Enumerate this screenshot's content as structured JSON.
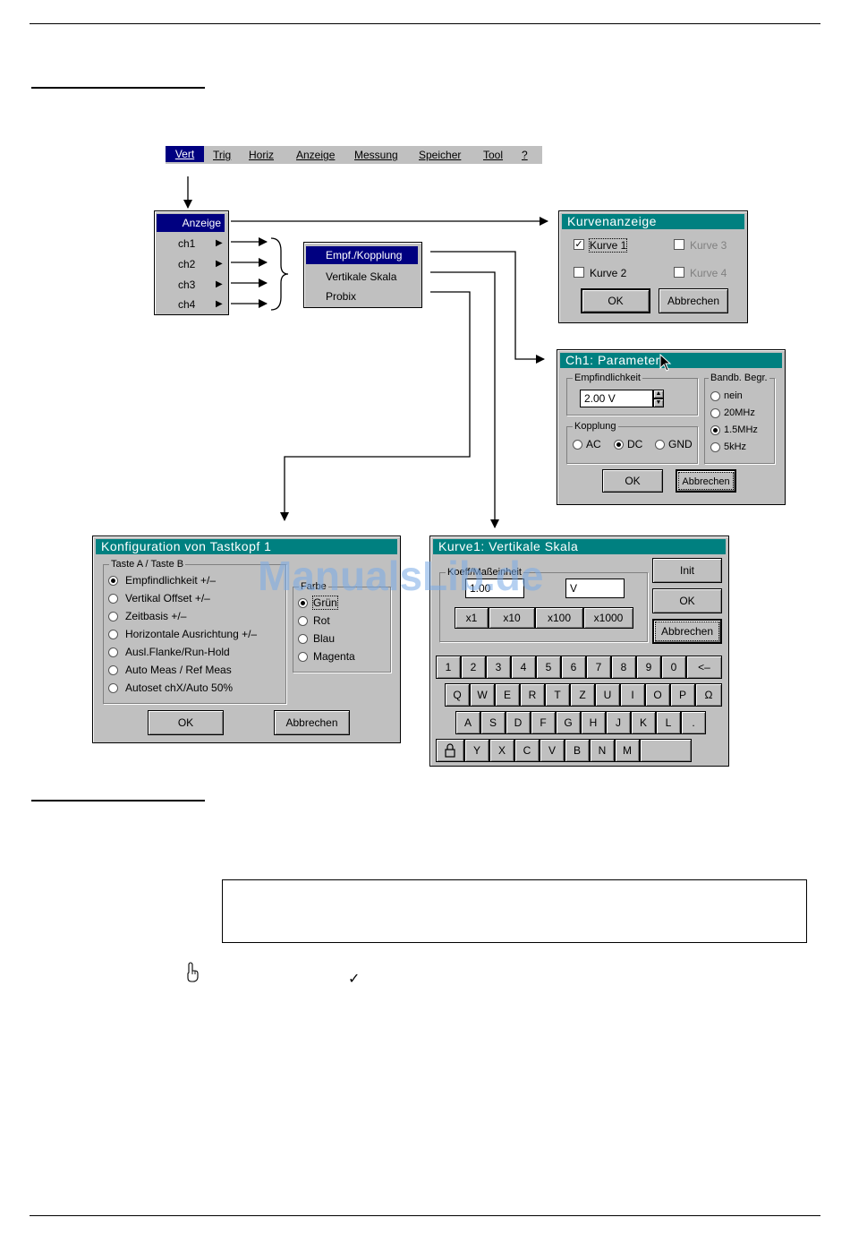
{
  "menubar": {
    "items": [
      "Vert",
      "Trig",
      "Horiz",
      "Anzeige",
      "Messung",
      "Speicher",
      "Tool",
      "?"
    ]
  },
  "vert_menu": {
    "items": [
      "Anzeige",
      "ch1",
      "ch2",
      "ch3",
      "ch4"
    ]
  },
  "ch_submenu": {
    "items": [
      "Empf./Kopplung",
      "Vertikale Skala",
      "Probix"
    ]
  },
  "kurvenanzeige": {
    "title": "Kurvenanzeige",
    "curves": [
      {
        "label": "Kurve 1",
        "checked": true
      },
      {
        "label": "Kurve 3",
        "checked": false
      },
      {
        "label": "Kurve 2",
        "checked": false
      },
      {
        "label": "Kurve 4",
        "checked": false
      }
    ],
    "ok": "OK",
    "cancel": "Abbrechen"
  },
  "ch1_param": {
    "title": "Ch1: Parameter",
    "sens_label": "Empfindlichkeit",
    "sens_value": "2.00  V",
    "coupling_label": "Kopplung",
    "coupling": [
      "AC",
      "DC",
      "GND"
    ],
    "coupling_selected": "DC",
    "bw_label": "Bandb. Begr.",
    "bw": [
      "nein",
      "20MHz",
      "1.5MHz",
      "5kHz"
    ],
    "bw_selected": "1.5MHz",
    "ok": "OK",
    "cancel": "Abbrechen"
  },
  "tastkopf": {
    "title": "Konfiguration von Tastkopf 1",
    "group_label": "Taste A / Taste B",
    "options": [
      "Empfindlichkeit +/–",
      "Vertikal Offset +/–",
      "Zeitbasis +/–",
      "Horizontale Ausrichtung +/–",
      "Ausl.Flanke/Run-Hold",
      "Auto Meas / Ref Meas",
      "Autoset chX/Auto 50%"
    ],
    "selected": "Empfindlichkeit +/–",
    "color_label": "Farbe",
    "colors": [
      "Grün",
      "Rot",
      "Blau",
      "Magenta"
    ],
    "color_selected": "Grün",
    "ok": "OK",
    "cancel": "Abbrechen"
  },
  "vert_skala": {
    "title": "Kurve1: Vertikale Skala",
    "group_label": "Koeff/Maßeinheit",
    "coef_value": "1.00",
    "unit_value": "V",
    "multipliers": [
      "x1",
      "x10",
      "x100",
      "x1000"
    ],
    "init": "Init",
    "ok": "OK",
    "cancel": "Abbrechen",
    "keyboard": {
      "row1": [
        "1",
        "2",
        "3",
        "4",
        "5",
        "6",
        "7",
        "8",
        "9",
        "0",
        "<–"
      ],
      "row2": [
        "Q",
        "W",
        "E",
        "R",
        "T",
        "Z",
        "U",
        "I",
        "O",
        "P",
        "Ω"
      ],
      "row3": [
        "A",
        "S",
        "D",
        "F",
        "G",
        "H",
        "J",
        "K",
        "L",
        "."
      ],
      "row4": [
        "Y",
        "X",
        "C",
        "V",
        "B",
        "N",
        "M"
      ]
    }
  },
  "watermark": "ManualsLib.de",
  "checkmark": "✓"
}
